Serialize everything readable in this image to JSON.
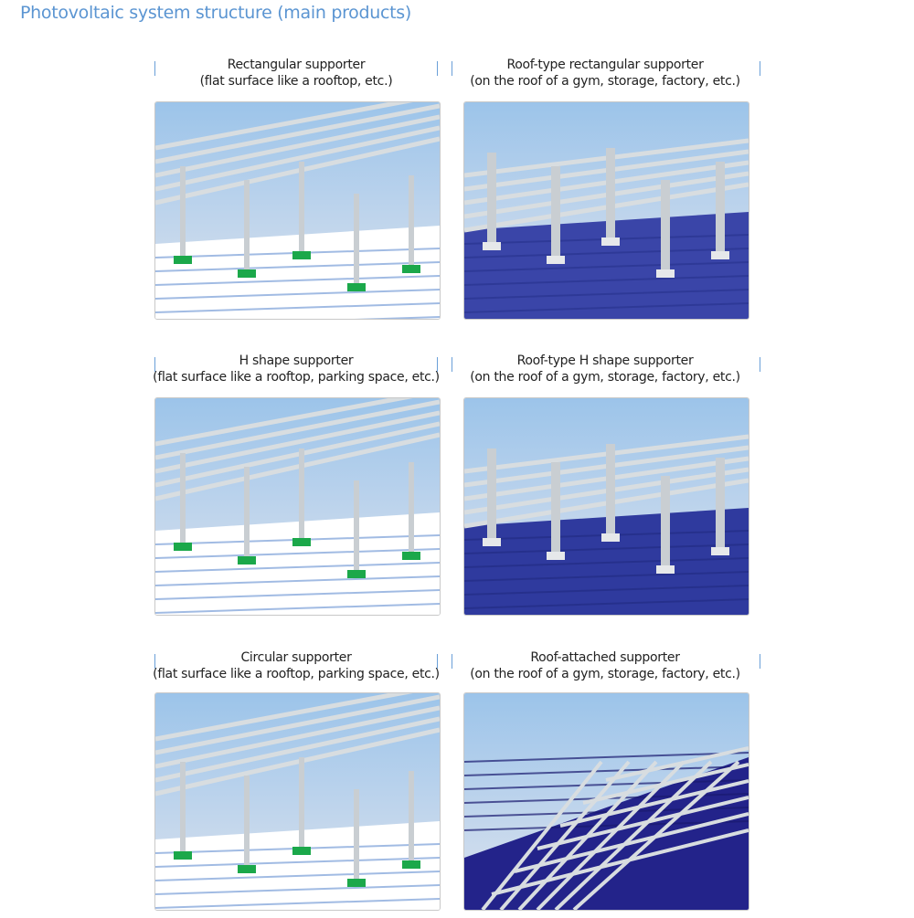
{
  "title": "Photovoltaic system structure (main products)",
  "products": [
    {
      "name": "Rectangular supporter",
      "desc": "(flat surface like a rooftop, etc.)",
      "floor": "#ffffff",
      "shadow": "#7a9fd8"
    },
    {
      "name": "Roof-type rectangular supporter",
      "desc": "(on the roof of a gym, storage, factory, etc.)",
      "floor": "#3a45a8",
      "shadow": "#2a3590"
    },
    {
      "name": "H shape supporter",
      "desc": "(flat surface like a rooftop, parking space, etc.)",
      "floor": "#ffffff",
      "shadow": "#7a9fd8"
    },
    {
      "name": "Roof-type H shape supporter",
      "desc": "(on the roof of a gym, storage, factory, etc.)",
      "floor": "#2f3a9e",
      "shadow": "#232d85"
    },
    {
      "name": "Circular supporter",
      "desc": "(flat surface like a rooftop, parking space, etc.)",
      "floor": "#ffffff",
      "shadow": "#7a9fd8"
    },
    {
      "name": "Roof-attached supporter",
      "desc": "(on the roof of a gym, storage, factory, etc.)",
      "floor": "#23238a",
      "shadow": "#1a1a70"
    }
  ]
}
